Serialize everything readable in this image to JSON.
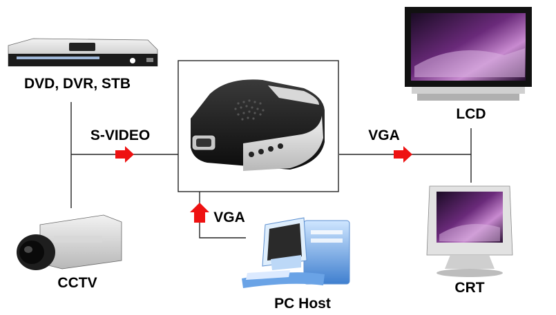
{
  "diagram": {
    "devices": {
      "dvd": "DVD, DVR, STB",
      "cctv": "CCTV",
      "lcd": "LCD",
      "crt": "CRT",
      "pc": "PC Host"
    },
    "connections": {
      "input_label": "S-VIDEO",
      "output_label": "VGA",
      "pc_label": "VGA"
    },
    "colors": {
      "arrow": "#ee1111",
      "line": "#222222",
      "screen_purple": "#6a2a7a"
    }
  }
}
